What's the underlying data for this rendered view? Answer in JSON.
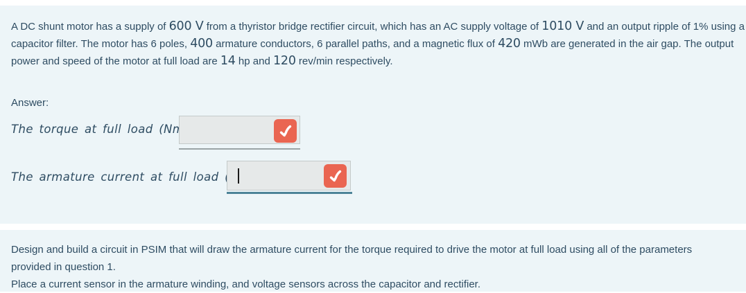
{
  "colors": {
    "section_bg": "#edf5f8",
    "text": "#2e4c62",
    "field_bg": "#e6e9e9",
    "check_button": "#ea6551",
    "idle_underline": "#9aa3a5",
    "focus_underline": "#4d8398"
  },
  "question": {
    "lines": [
      [
        {
          "text": "A DC shunt motor has a supply of ",
          "math": false
        },
        {
          "text": "600 V",
          "math": true
        },
        {
          "text": " from a thyristor bridge rectifier circuit, which has an AC supply voltage of ",
          "math": false
        },
        {
          "text": "1010 V",
          "math": true
        },
        {
          "text": " and an output ripple of 1% using a",
          "math": false
        }
      ],
      [
        {
          "text": "capacitor filter. The motor has 6 poles, ",
          "math": false
        },
        {
          "text": "400",
          "math": true
        },
        {
          "text": " armature conductors, 6 parallel paths, and a magnetic flux of ",
          "math": false
        },
        {
          "text": "420",
          "math": true
        },
        {
          "text": " mWb are generated in the air gap. The output",
          "math": false
        }
      ],
      [
        {
          "text": "power and speed of the motor at full load are ",
          "math": false
        },
        {
          "text": "14",
          "math": true
        },
        {
          "text": " hp and ",
          "math": false
        },
        {
          "text": "120",
          "math": true
        },
        {
          "text": " rev/min respectively.",
          "math": false
        }
      ]
    ]
  },
  "answer_section": {
    "label": "Answer:",
    "fields": [
      {
        "label": "The torque at full load (Nm) =",
        "value": "",
        "caret": false,
        "check_button_icon": "check-icon"
      },
      {
        "label": "The armature current at full load (Ia) =",
        "value": "",
        "caret": true,
        "check_button_icon": "check-icon"
      }
    ]
  },
  "task_section": {
    "lines": [
      "Design and build a circuit in PSIM that will draw the armature current for the torque required to drive the motor at full load using all of the parameters",
      "provided in question 1.",
      "Place a current sensor in the armature winding, and voltage sensors across the capacitor and rectifier."
    ]
  }
}
